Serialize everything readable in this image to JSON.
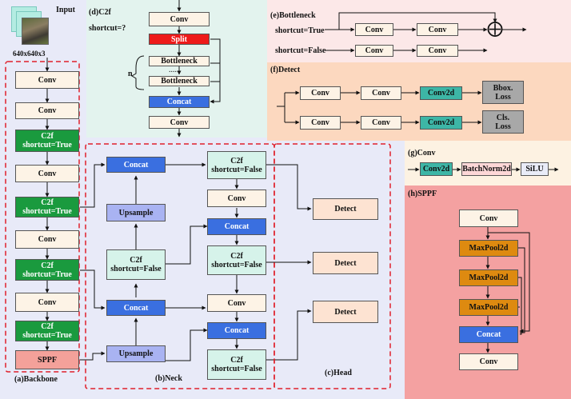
{
  "input": {
    "label": "Input",
    "size": "640x640x3"
  },
  "backbone": {
    "title": "(a)Backbone",
    "blocks": [
      "Conv",
      "Conv",
      "C2f\nshortcut=True",
      "Conv",
      "C2f\nshortcut=True",
      "Conv",
      "C2f\nshortcut=True",
      "Conv",
      "C2f\nshortcut=True",
      "SPPF"
    ]
  },
  "neck": {
    "title": "(b)Neck",
    "concat": "Concat",
    "upsample": "Upsample",
    "c2f_false": "C2f\nshortcut=False",
    "conv": "Conv"
  },
  "head": {
    "title": "(c)Head",
    "detect": "Detect"
  },
  "c2f": {
    "title": "(d)C2f",
    "shortcut": "shortcut=?",
    "conv": "Conv",
    "split": "Split",
    "bottleneck": "Bottleneck",
    "dots": "......",
    "n": "n",
    "concat": "Concat"
  },
  "bottleneck": {
    "title": "(e)Bottleneck",
    "row1": "shortcut=True",
    "row2": "shortcut=False",
    "conv": "Conv",
    "plus": "⨁"
  },
  "detect": {
    "title": "(f)Detect",
    "conv": "Conv",
    "conv2d": "Conv2d",
    "bbox": "Bbox.\nLoss",
    "cls": "Cls.\nLoss"
  },
  "convblock": {
    "title": "(g)Conv",
    "items": [
      "Conv2d",
      "BatchNorm2d",
      "SiLU"
    ]
  },
  "sppf": {
    "title": "(h)SPPF",
    "conv": "Conv",
    "maxpool": "MaxPool2d",
    "concat": "Concat"
  },
  "colors": {
    "conv": "#fdf3e6",
    "c2f_true": "#1a9a3e",
    "c2f_false": "#d6f3ea",
    "concat": "#3a6fe0",
    "upsample": "#a9b3f2",
    "split": "#ee1a1a",
    "sppf": "#f4a19a",
    "conv2d": "#3db6a6",
    "loss": "#a8a8a8",
    "maxpool": "#de8a10",
    "dashed": "#e0202a"
  }
}
